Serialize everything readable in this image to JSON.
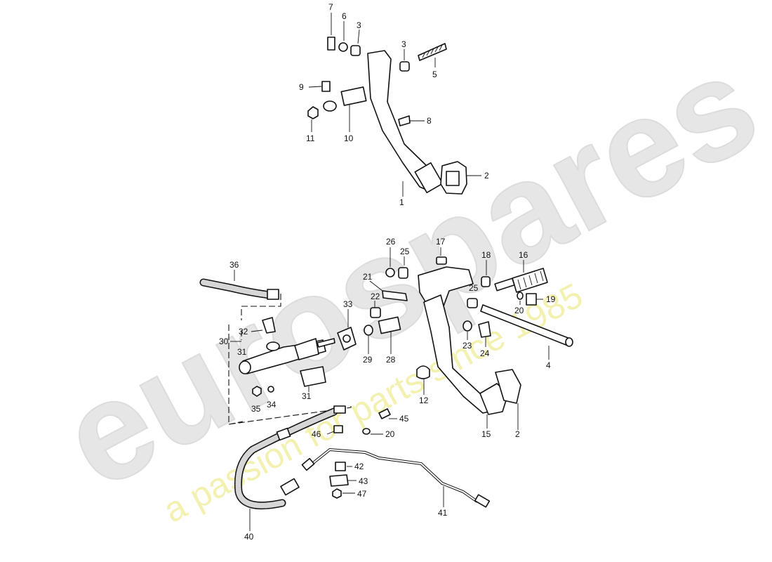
{
  "watermark": {
    "brand": "eurospares",
    "tagline": "a passion for parts since 1985",
    "brand_color": "#e6e6e6",
    "tagline_color": "#f3f1b0"
  },
  "labels": [
    "7",
    "6",
    "3",
    "3",
    "5",
    "9",
    "8",
    "11",
    "10",
    "2",
    "1",
    "26",
    "25",
    "17",
    "18",
    "16",
    "36",
    "21",
    "25",
    "22",
    "20",
    "19",
    "33",
    "32",
    "23",
    "24",
    "4",
    "30",
    "31",
    "29",
    "28",
    "31",
    "12",
    "35",
    "34",
    "45",
    "15",
    "2",
    "46",
    "20",
    "42",
    "43",
    "47",
    "41",
    "40"
  ]
}
